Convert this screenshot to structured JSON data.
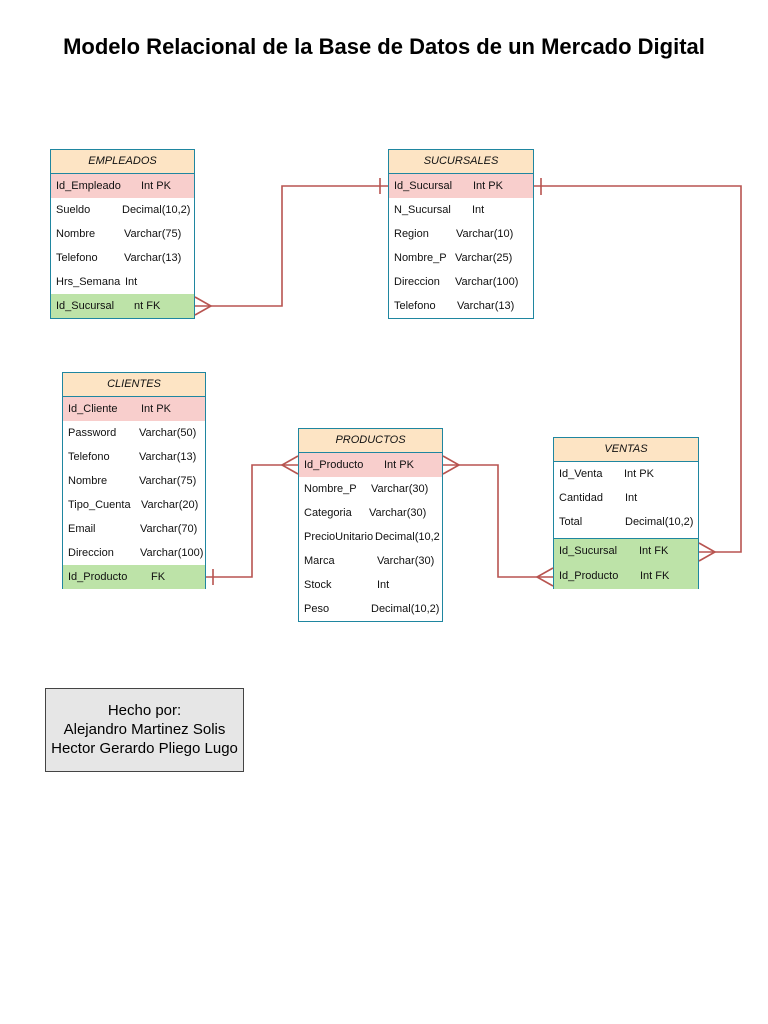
{
  "title": "Modelo Relacional de la Base de Datos de un Mercado Digital",
  "colors": {
    "header": "#fde4c4",
    "pk_row": "#f8cecc",
    "fk_row": "#bde3a8",
    "border": "#1f86a0",
    "connector": "#b85450",
    "credits_bg": "#e6e6e6"
  },
  "tables": {
    "empleados": {
      "name": "EMPLEADOS",
      "rows": [
        {
          "field": "Id_Empleado",
          "type": "Int PK"
        },
        {
          "field": "Sueldo",
          "type": "Decimal(10,2)"
        },
        {
          "field": "Nombre",
          "type": "Varchar(75)"
        },
        {
          "field": "Telefono",
          "type": "Varchar(13)"
        },
        {
          "field": "Hrs_Semana",
          "type": "Int"
        },
        {
          "field": "Id_Sucursal",
          "type": "nt FK"
        }
      ]
    },
    "sucursales": {
      "name": "SUCURSALES",
      "rows": [
        {
          "field": "Id_Sucursal",
          "type": "Int PK"
        },
        {
          "field": "N_Sucursal",
          "type": "Int"
        },
        {
          "field": "Region",
          "type": "Varchar(10)"
        },
        {
          "field": "Nombre_P",
          "type": "Varchar(25)"
        },
        {
          "field": "Direccion",
          "type": "Varchar(100)"
        },
        {
          "field": "Telefono",
          "type": "Varchar(13)"
        }
      ]
    },
    "clientes": {
      "name": "CLIENTES",
      "rows": [
        {
          "field": "Id_Cliente",
          "type": "Int PK"
        },
        {
          "field": "Password",
          "type": "Varchar(50)"
        },
        {
          "field": "Telefono",
          "type": "Varchar(13)"
        },
        {
          "field": "Nombre",
          "type": "Varchar(75)"
        },
        {
          "field": "Tipo_Cuenta",
          "type": "Varchar(20)"
        },
        {
          "field": "Email",
          "type": "Varchar(70)"
        },
        {
          "field": "Direccion",
          "type": "Varchar(100)"
        },
        {
          "field": "Id_Producto",
          "type": "FK"
        }
      ]
    },
    "productos": {
      "name": "PRODUCTOS",
      "rows": [
        {
          "field": "Id_Producto",
          "type": "Int PK"
        },
        {
          "field": "Nombre_P",
          "type": "Varchar(30)"
        },
        {
          "field": "Categoria",
          "type": "Varchar(30)"
        },
        {
          "field": "PrecioUnitario",
          "type": "Decimal(10,2"
        },
        {
          "field": "Marca",
          "type": "Varchar(30)"
        },
        {
          "field": "Stock",
          "type": "Int"
        },
        {
          "field": "Peso",
          "type": "Decimal(10,2)"
        }
      ]
    },
    "ventas": {
      "name": "VENTAS",
      "rows": [
        {
          "field": "Id_Venta",
          "type": "Int PK"
        },
        {
          "field": "Cantidad",
          "type": "Int"
        },
        {
          "field": "Total",
          "type": "Decimal(10,2)"
        },
        {
          "field": "Id_Sucursal",
          "type": "Int FK"
        },
        {
          "field": "Id_Producto",
          "type": "Int FK"
        }
      ]
    }
  },
  "credits": {
    "label": "Hecho por:",
    "authors": [
      "Alejandro Martinez Solis",
      "Hector Gerardo Pliego Lugo"
    ]
  }
}
